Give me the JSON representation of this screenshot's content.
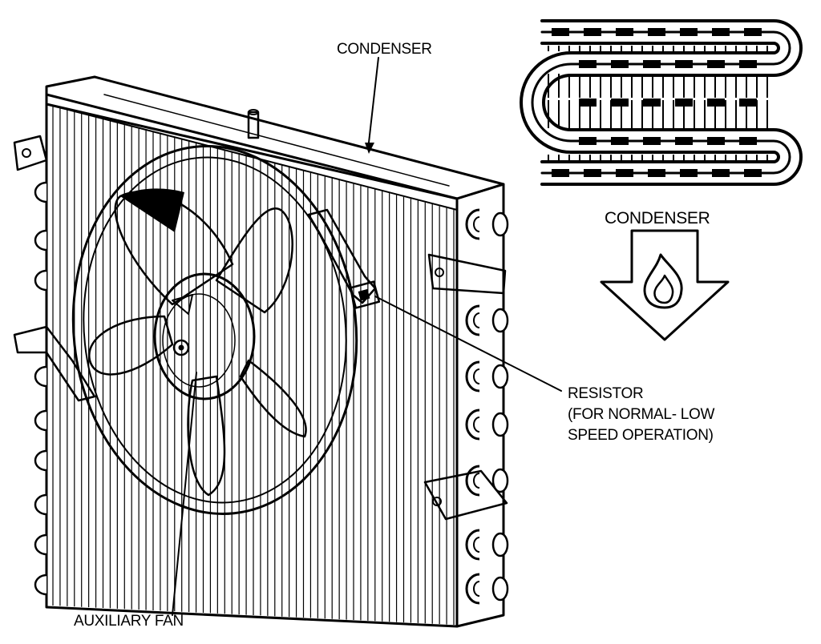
{
  "labels": {
    "condenser_top": "CONDENSER",
    "condenser_schematic": "CONDENSER",
    "resistor_line1": "RESISTOR",
    "resistor_line2": "(FOR NORMAL- LOW",
    "resistor_line3": "SPEED OPERATION)",
    "auxiliary_fan": "AUXILIARY FAN"
  },
  "icons": {
    "heat": "flame-icon",
    "flow": "down-arrow-icon"
  },
  "colors": {
    "ink": "#000000",
    "paper": "#ffffff"
  }
}
